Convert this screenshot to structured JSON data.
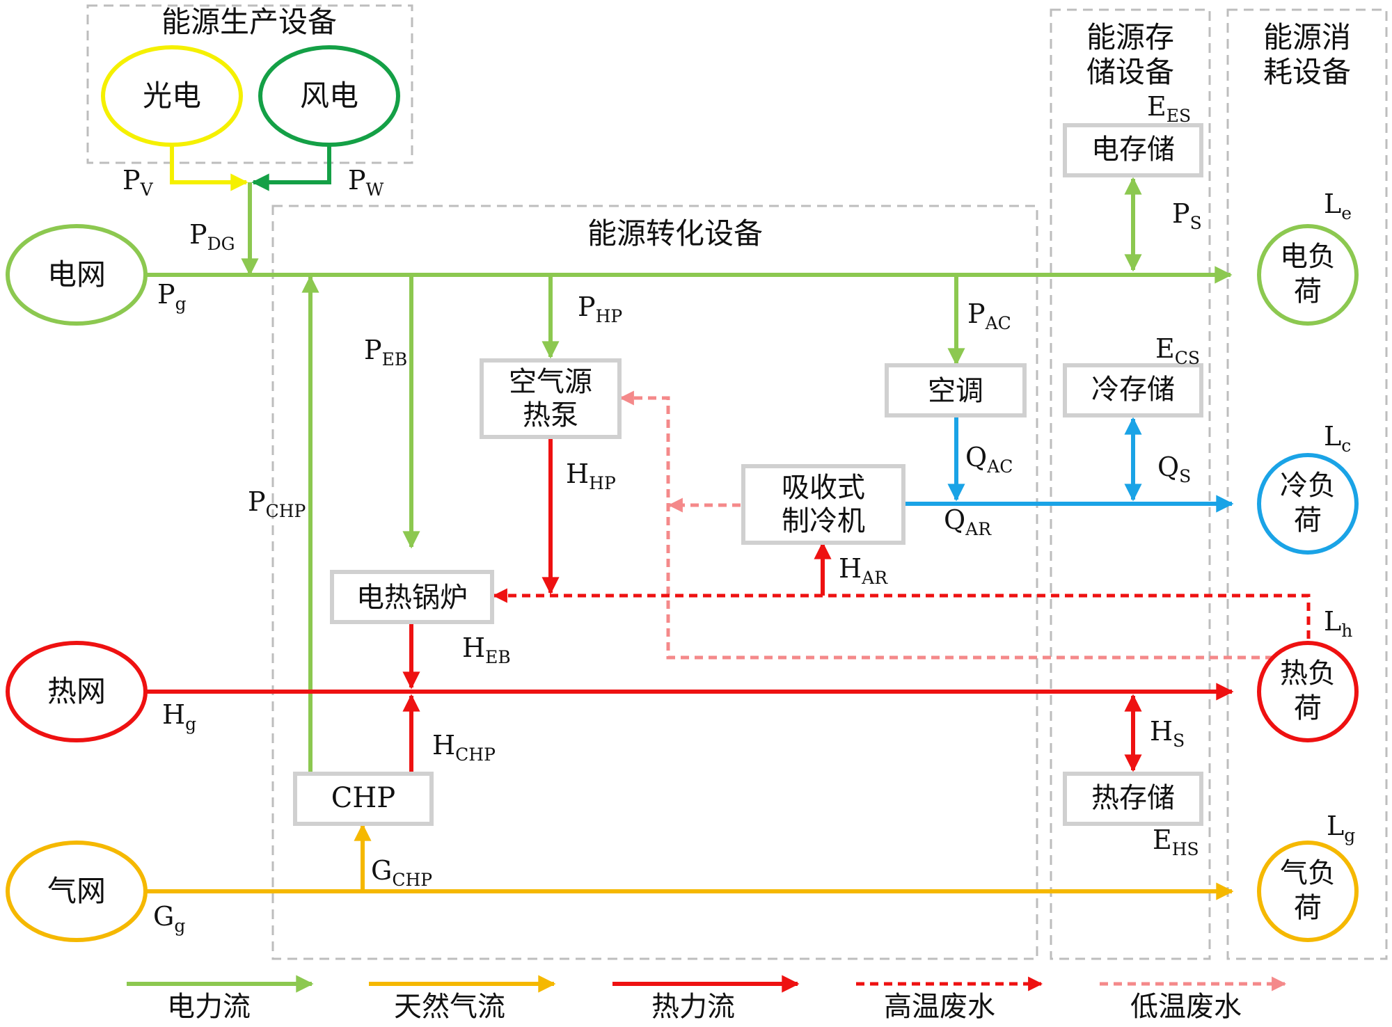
{
  "groups": {
    "production": "能源生产设备",
    "conversion": "能源转化设备",
    "storage": [
      "能源存",
      "储设备"
    ],
    "consumption": [
      "能源消",
      "耗设备"
    ]
  },
  "sources": {
    "pv": "光电",
    "wind": "风电",
    "power_grid": "电网",
    "heat_grid": "热网",
    "gas_grid": "气网"
  },
  "devices": {
    "heat_pump": [
      "空气源",
      "热泵"
    ],
    "air_conditioner": "空调",
    "absorption_chiller": [
      "吸收式",
      "制冷机"
    ],
    "electric_boiler": "电热锅炉",
    "chp": "CHP",
    "electric_storage": "电存储",
    "cold_storage": "冷存储",
    "heat_storage": "热存储"
  },
  "loads": {
    "electric": [
      "电负",
      "荷"
    ],
    "cold": [
      "冷负",
      "荷"
    ],
    "heat": [
      "热负",
      "荷"
    ],
    "gas": [
      "气负",
      "荷"
    ]
  },
  "flow_labels": {
    "PV": {
      "main": "P",
      "sub": "V"
    },
    "PW": {
      "main": "P",
      "sub": "W"
    },
    "PDG": {
      "main": "P",
      "sub": "DG"
    },
    "Pg": {
      "main": "P",
      "sub": "g"
    },
    "PEB": {
      "main": "P",
      "sub": "EB"
    },
    "PHP": {
      "main": "P",
      "sub": "HP"
    },
    "PAC": {
      "main": "P",
      "sub": "AC"
    },
    "PS": {
      "main": "P",
      "sub": "S"
    },
    "PCHP": {
      "main": "P",
      "sub": "CHP"
    },
    "EES": {
      "main": "E",
      "sub": "ES"
    },
    "ECS": {
      "main": "E",
      "sub": "CS"
    },
    "EHS": {
      "main": "E",
      "sub": "HS"
    },
    "Le": {
      "main": "L",
      "sub": "e"
    },
    "Lc": {
      "main": "L",
      "sub": "c"
    },
    "Lh": {
      "main": "L",
      "sub": "h"
    },
    "Lg": {
      "main": "L",
      "sub": "g"
    },
    "HHP": {
      "main": "H",
      "sub": "HP"
    },
    "QAC": {
      "main": "Q",
      "sub": "AC"
    },
    "QS": {
      "main": "Q",
      "sub": "S"
    },
    "QAR": {
      "main": "Q",
      "sub": "AR"
    },
    "HAR": {
      "main": "H",
      "sub": "AR"
    },
    "HEB": {
      "main": "H",
      "sub": "EB"
    },
    "Hg": {
      "main": "H",
      "sub": "g"
    },
    "HCHP": {
      "main": "H",
      "sub": "CHP"
    },
    "HS": {
      "main": "H",
      "sub": "S"
    },
    "GCHP": {
      "main": "G",
      "sub": "CHP"
    },
    "Gg": {
      "main": "G",
      "sub": "g"
    }
  },
  "legend": {
    "electric": "电力流",
    "gas": "天然气流",
    "heat": "热力流",
    "high_temp_water": "高温废水",
    "low_temp_water": "低温废水"
  },
  "colors": {
    "electric": "#8cc850",
    "gas": "#f5b800",
    "heat": "#ee1111",
    "cold": "#1aa3e6",
    "high_temp_water": "#ee1111",
    "low_temp_water": "#f4898a",
    "pv": "#f5f000",
    "wind": "#14a046",
    "device_border": "#d0d0d0",
    "group_border": "#bdbdbd"
  }
}
